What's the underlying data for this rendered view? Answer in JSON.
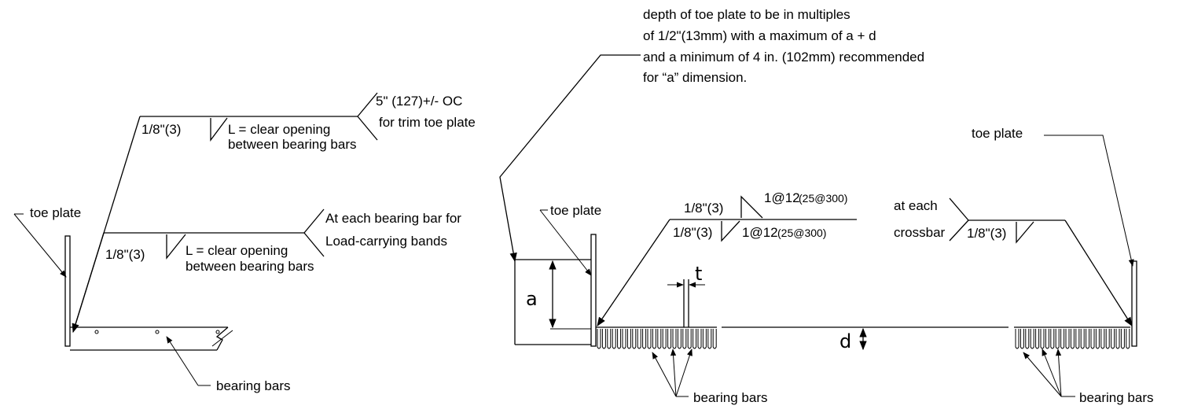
{
  "left": {
    "toe_plate": "toe plate",
    "weld_top": {
      "size": "1/8\"(3)",
      "spec": "L = clear opening",
      "spec2": "between bearing bars",
      "note1": "5\" (127)+/- OC",
      "note2": "for trim toe plate"
    },
    "weld_bottom": {
      "size": "1/8\"(3)",
      "spec": "L = clear opening",
      "spec2": "between bearing bars",
      "note1": "At each bearing bar for",
      "note2": "Load-carrying bands"
    },
    "bearing_bars": "bearing bars"
  },
  "right": {
    "note": [
      "depth of toe plate to be in multiples",
      "of 1/2\"(13mm) with a maximum of a + d",
      "and a minimum of 4 in. (102mm) recommended",
      "for “a” dimension."
    ],
    "toe_plate_left": "toe plate",
    "toe_plate_right": "toe plate",
    "weld_center": {
      "top_size": "1/8\"(3)",
      "top_pitch": "1@12",
      "top_pitch_metric": "(25@300)",
      "bottom_size": "1/8\"(3)",
      "bottom_pitch": "1@12",
      "bottom_pitch_metric": "(25@300)"
    },
    "weld_right": {
      "note1": "at each",
      "note2": "crossbar",
      "size": "1/8\"(3)"
    },
    "dim_a": "a",
    "dim_d": "d",
    "dim_t": "t",
    "bearing_bars_left": "bearing bars",
    "bearing_bars_right": "bearing bars"
  }
}
